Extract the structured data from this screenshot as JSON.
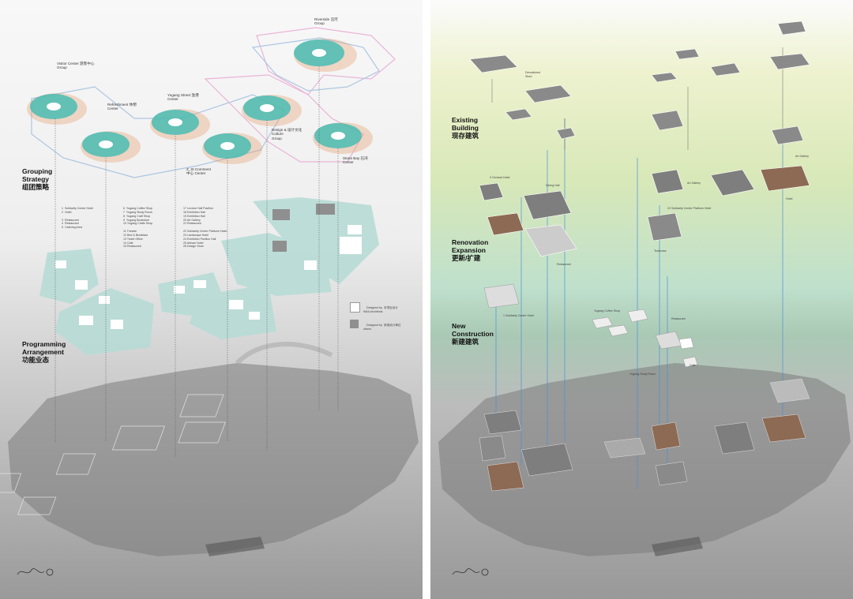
{
  "colors": {
    "teal": "#49bcb3",
    "orange": "#e59a69",
    "pink": "#e38bc4",
    "blueline": "#7da8d6",
    "designed_by_team": "#ffffff",
    "designed_by_others": "#8f8f8f",
    "existing_roof": "#7e7e7e",
    "renovated_roof": "#8d6a54"
  },
  "left": {
    "headings": {
      "grouping": {
        "en1": "Grouping",
        "en2": "Strategy",
        "cn": "组团策略"
      },
      "programming": {
        "en1": "Programming",
        "en2": "Arrangement",
        "cn": "功能业态"
      }
    },
    "groups": [
      {
        "en": "Visitor Center",
        "en2": "Group",
        "cn": "游客中心"
      },
      {
        "en": "Riverside",
        "en2": "Group",
        "cn": "沿河"
      },
      {
        "en": "Refreshment",
        "en2": "Center",
        "cn": "休憩"
      },
      {
        "en": "Yugang Street",
        "en2": "Center",
        "cn": "渔港"
      },
      {
        "en": "Design &",
        "en2": "Culture",
        "en3": "Group",
        "cn": "设计文化"
      },
      {
        "en": "Stone Bay",
        "en2": "Center",
        "cn": "石湾"
      },
      {
        "en": "Z_St Comment",
        "en2": "Center",
        "cn": "中心"
      }
    ],
    "program_lists": {
      "list1": "1  Solidarity Center Hotel\n2  Hotel\n\n3  Restaurant\n4  Restaurant\n5  Catering Area",
      "list2": "6  Yugang Coffee Shop\n7  Yugang Study Room\n8  Yugang Craft Shop\n9  Yugang Bookstore\n10 Yugang Crafts Shop\n\n11 Theatre\n12 Bed & Breakfast\n13 Ticket Office\n14 Cafe\n15 Restaurant",
      "list3": "17 Lecture Hall Pavilion\n18 Exhibition Hall\n19 Exhibition Hall\n20 Art Gallery\n21 Restaurant\n\n22 Solidarity Center Platform Hotel\n23 Landscape Hotel\n24 Exhibition Pavilion Hall\n25 Artisan Hotel\n26 Design Store"
    },
    "legend": [
      {
        "label_en": "Designed by",
        "label_en2": "WAA Architects",
        "label_cn": "本项目设计"
      },
      {
        "label_en": "Designed by",
        "label_en2": "others",
        "label_cn": "其他设计单位"
      }
    ]
  },
  "right": {
    "headings": {
      "existing": {
        "en1": "Existing",
        "en2": "Building",
        "cn": "现存建筑"
      },
      "renovation": {
        "en1": "Renovation",
        "en2": "Expansion",
        "cn": "更新/扩建"
      },
      "new": {
        "en1": "New",
        "en2": "Construction",
        "cn": "新建建筑"
      }
    },
    "annotations": [
      {
        "text": "Demolished\nShed"
      },
      {
        "text": "3 Orchard Hotel"
      },
      {
        "text": "Dining Hall"
      },
      {
        "text": "22 Solidarity Center Platform Hotel"
      },
      {
        "text": "Teahouse"
      },
      {
        "text": "Art Gallery"
      },
      {
        "text": "Hotel"
      },
      {
        "text": "Art Gallery"
      },
      {
        "text": "Restaurant"
      },
      {
        "text": "1 Solidarity Center Hotel"
      },
      {
        "text": "Yugang Coffee Shop"
      },
      {
        "text": "Cafe"
      },
      {
        "text": "Yugang Study Room"
      },
      {
        "text": "Restaurant"
      }
    ]
  }
}
